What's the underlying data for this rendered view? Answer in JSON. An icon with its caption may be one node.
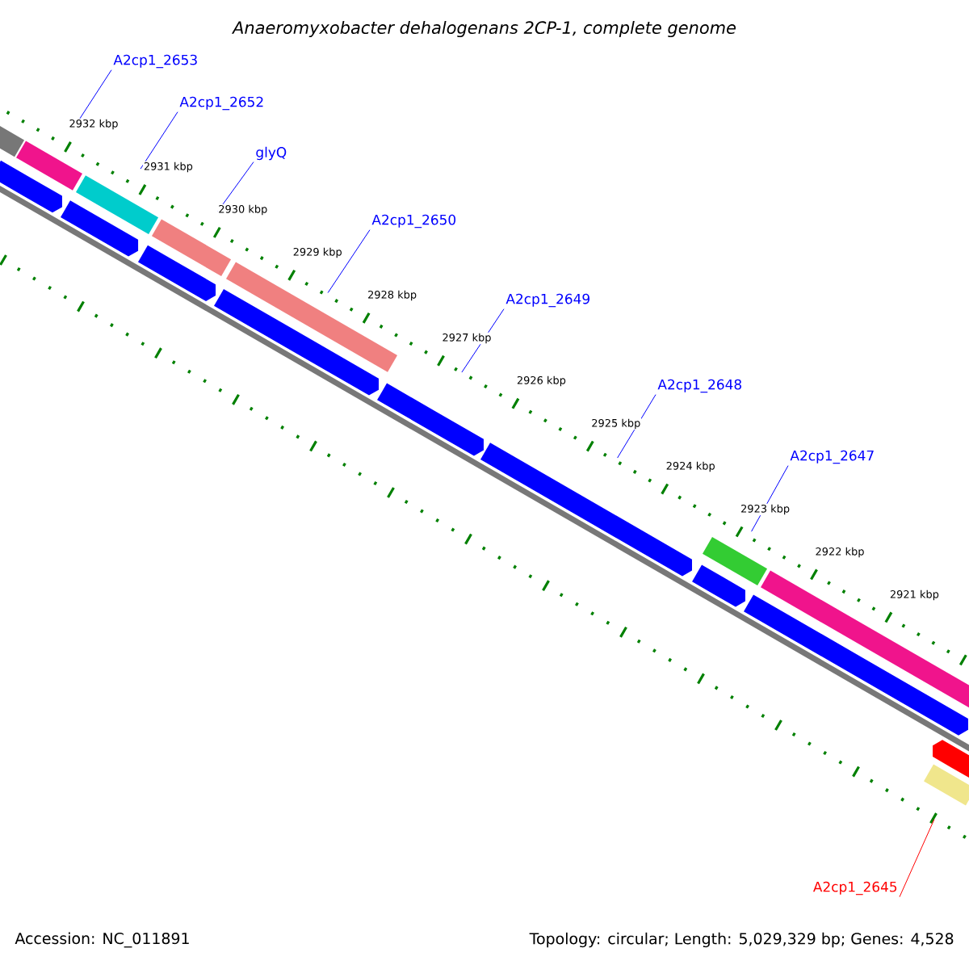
{
  "diagram": {
    "title": "Anaeromyxobacter dehalogenans 2CP-1, complete genome",
    "nodes": [
      {
        "text": [
          "A2cp1_2653"
        ]
      },
      {
        "text": [
          "A2cp1_2652"
        ]
      },
      {
        "text": [
          "glyQ"
        ]
      },
      {
        "text": [
          "A2cp1_2650"
        ]
      },
      {
        "text": [
          "A2cp1_2649"
        ]
      },
      {
        "text": [
          "A2cp1_2648"
        ]
      },
      {
        "text": [
          "A2cp1_2647"
        ]
      },
      {
        "text": [
          "A2cp1_2645"
        ]
      },
      {
        "text": [],
        "shape": "bar"
      },
      {
        "text": [],
        "shape": "bar"
      },
      {
        "text": [],
        "shape": "bar"
      },
      {
        "text": [],
        "shape": "bar"
      },
      {
        "text": [],
        "shape": "bar"
      },
      {
        "text": [],
        "shape": "bar"
      },
      {
        "text": [],
        "shape": "bar"
      },
      {
        "text": [],
        "shape": "bar"
      },
      {
        "text": [],
        "shape": "bar"
      },
      {
        "text": [],
        "shape": "bar"
      },
      {
        "text": [],
        "shape": "bar"
      },
      {
        "text": [],
        "shape": "bar"
      },
      {
        "text": [],
        "shape": "bar"
      },
      {
        "text": [],
        "shape": "bar"
      },
      {
        "text": [],
        "shape": "bar"
      },
      {
        "text": [],
        "shape": "bar"
      },
      {
        "text": [],
        "shape": "bar"
      }
    ],
    "edges": [
      {
        "from": 0,
        "to": 9,
        "arrow": "none"
      },
      {
        "from": 1,
        "to": 10,
        "arrow": "none"
      },
      {
        "from": 2,
        "to": 11,
        "arrow": "none"
      },
      {
        "from": 3,
        "to": 12,
        "arrow": "none"
      },
      {
        "from": 4,
        "to": 19,
        "arrow": "none"
      },
      {
        "from": 5,
        "to": 20,
        "arrow": "none"
      },
      {
        "from": 6,
        "to": 13,
        "arrow": "none"
      },
      {
        "from": 7,
        "to": 24,
        "arrow": "none",
        "color": "#ff0000"
      }
    ],
    "labels": [
      "2932 kbp",
      "2931 kbp",
      "2930 kbp",
      "2929 kbp",
      "2928 kbp",
      "2927 kbp",
      "2926 kbp",
      "2925 kbp",
      "2924 kbp",
      "2923 kbp",
      "2922 kbp",
      "2921 kbp",
      "Accession: NC_011891",
      "Topology: circular; Length: 5,029,329 bp; Genes: 4,528"
    ]
  }
}
